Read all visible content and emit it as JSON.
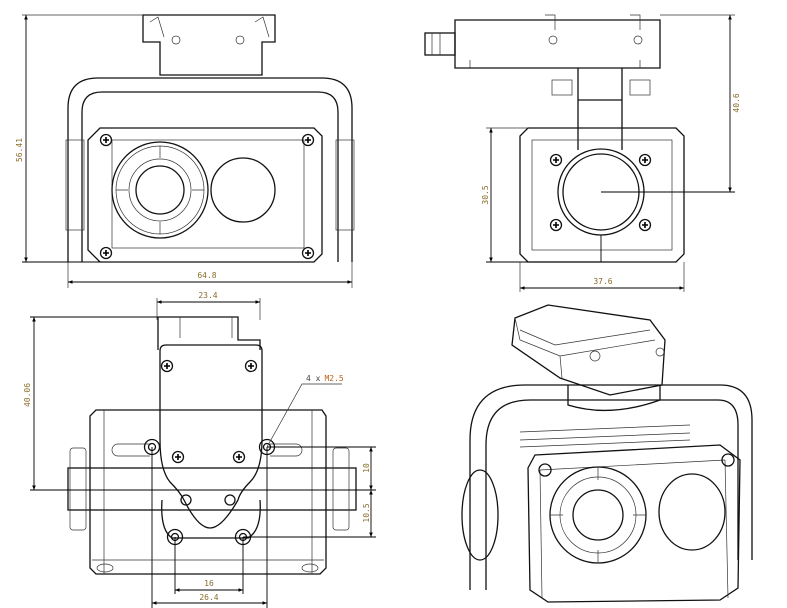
{
  "drawing": {
    "views": [
      "front-view",
      "side-view",
      "bottom-view",
      "isometric-view"
    ],
    "dimensions": {
      "front_height": "56.41",
      "front_width": "64.8",
      "side_height_to_center": "40.6",
      "side_body_height": "30.5",
      "side_width": "37.6",
      "bottom_mount_width": "23.4",
      "bottom_height": "40.06",
      "hole_offset_upper": "10",
      "hole_offset_lower": "10.5",
      "hole_spacing_inner": "16",
      "hole_spacing_outer": "26.4"
    },
    "hole_note_qty": "4 x",
    "hole_note_thread": "M2.5",
    "label_color": "#8a6d2a"
  }
}
